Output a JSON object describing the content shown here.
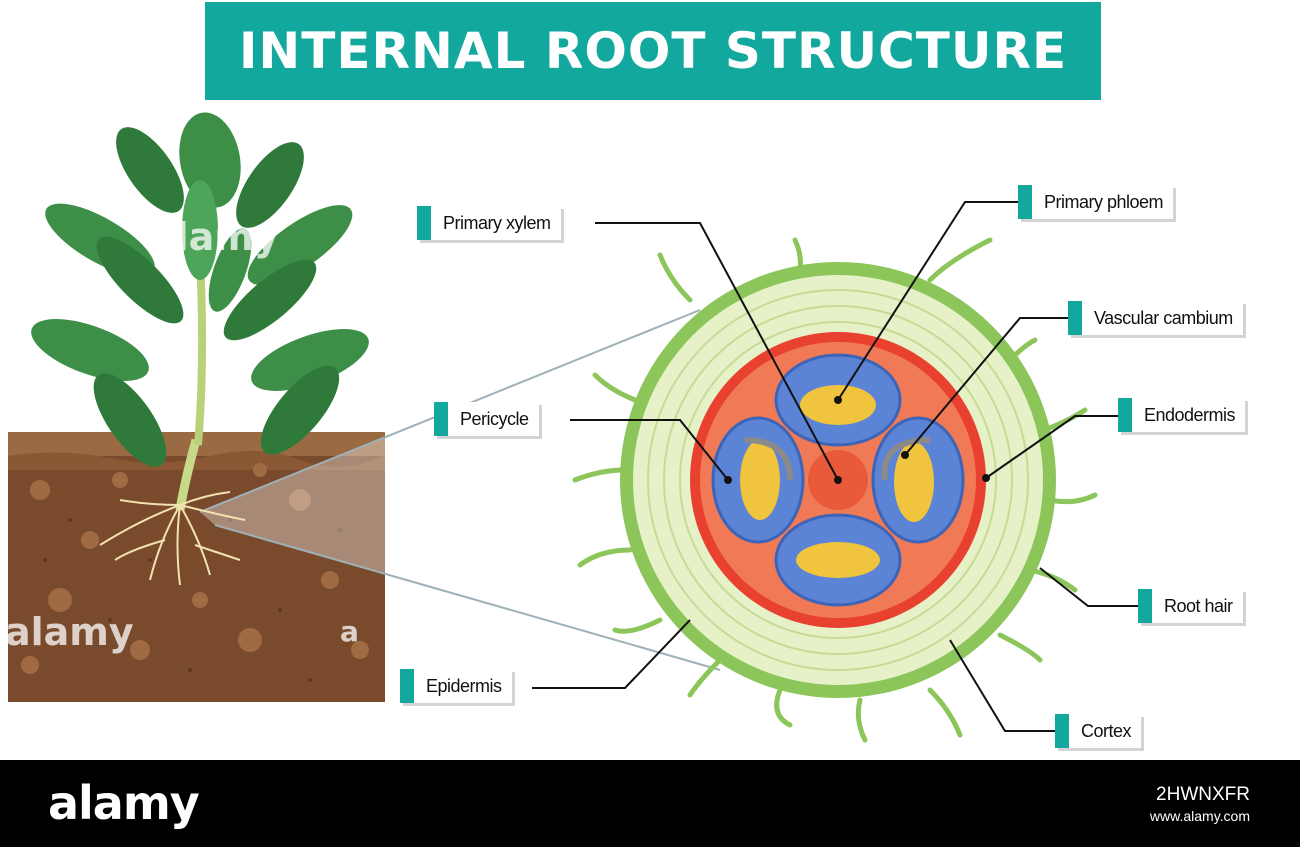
{
  "title": "INTERNAL ROOT STRUCTURE",
  "labels": {
    "primary_xylem": "Primary xylem",
    "primary_phloem": "Primary phloem",
    "vascular_cambium": "Vascular cambium",
    "pericycle": "Pericycle",
    "endodermis": "Endodermis",
    "root_hair": "Root hair",
    "epidermis": "Epidermis",
    "cortex": "Cortex"
  },
  "watermarks": {
    "top": "alamy",
    "left": "alamy",
    "root": "a"
  },
  "footer": {
    "logo": "alamy",
    "image_id": "2HWNXFR",
    "meta": "www.alamy.com"
  },
  "colors": {
    "accent": "#13a89e",
    "soil": "#7a4a2c",
    "leaf": "#3d8f48",
    "epidermis": "#8cc55a",
    "cortex": "#e6f1c8",
    "pericycle": "#e8412f",
    "vascular": "#5b83d6",
    "phloem": "#f0c43c",
    "xylem_center": "#e85a3a"
  }
}
